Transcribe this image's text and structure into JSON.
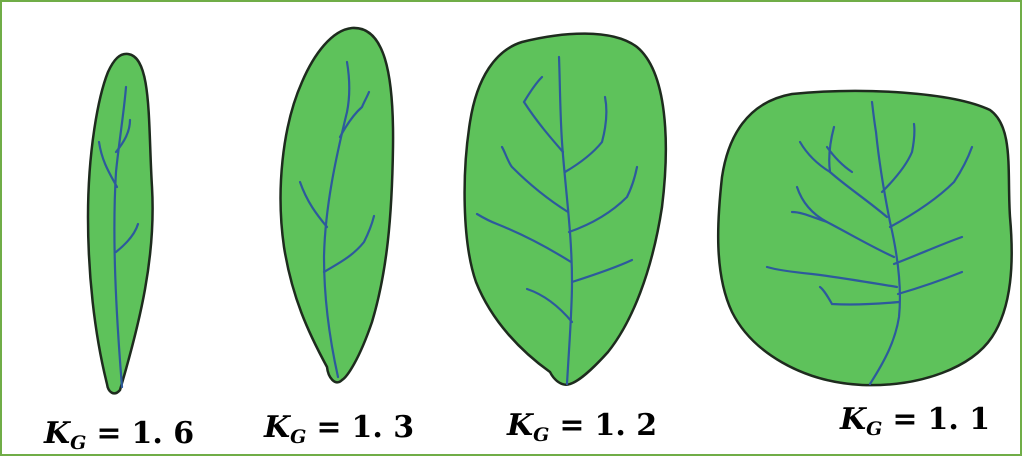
{
  "figure": {
    "border_color": "#70ad47",
    "leaf_fill": "#5ec25b",
    "leaf_outline": "#1e2b1e",
    "vein_color": "#2d5a9c",
    "leaves": [
      {
        "symbol": "K",
        "subscript": "G",
        "equals": "=",
        "value": "1. 6"
      },
      {
        "symbol": "K",
        "subscript": "G",
        "equals": "=",
        "value": "1. 3"
      },
      {
        "symbol": "K",
        "subscript": "G",
        "equals": "=",
        "value": "1. 2"
      },
      {
        "symbol": "K",
        "subscript": "G",
        "equals": "=",
        "value": "1. 1"
      }
    ]
  }
}
